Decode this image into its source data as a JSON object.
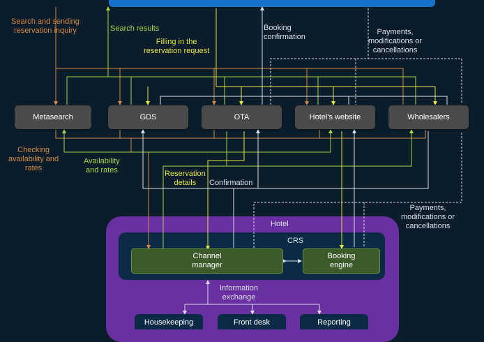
{
  "nodes": {
    "metasearch": "Metasearch",
    "gds": "GDS",
    "ota": "OTA",
    "hotels_website": "Hotel's website",
    "wholesalers": "Wholesalers",
    "channel_manager": "Channel\nmanager",
    "booking_engine": "Booking\nengine",
    "housekeeping": "Housekeeping",
    "front_desk": "Front desk",
    "reporting": "Reporting"
  },
  "groups": {
    "hotel": "Hotel",
    "crs": "CRS"
  },
  "labels": {
    "search_inquiry": "Search and sending\nreservation inquiry",
    "search_results": "Search results",
    "filling_request": "Filling in the\nreservation request",
    "booking_confirmation": "Booking\nconfirmation",
    "payments_top": "Payments,\nmodifications or\ncancellations",
    "checking_availability": "Checking\navailability and\nrates",
    "availability_rates": "Availability\nand rates",
    "reservation_details": "Reservation\ndetails",
    "confirmation": "Confirmation",
    "payments_bottom": "Payments,\nmodifications or\ncancellations",
    "information_exchange": "Information\nexchange"
  },
  "colors": {
    "background": "#0b1d2a",
    "topbar": "#1772c9",
    "hotel_panel": "#6a2fa0",
    "crs_panel": "#0b2a45",
    "node_gray": "#4a4a4a",
    "node_green": "#3d5b2a",
    "orange": "#d68a45",
    "green": "#a8d64b",
    "yellow": "#e8e640",
    "white": "#d7e0e8"
  }
}
